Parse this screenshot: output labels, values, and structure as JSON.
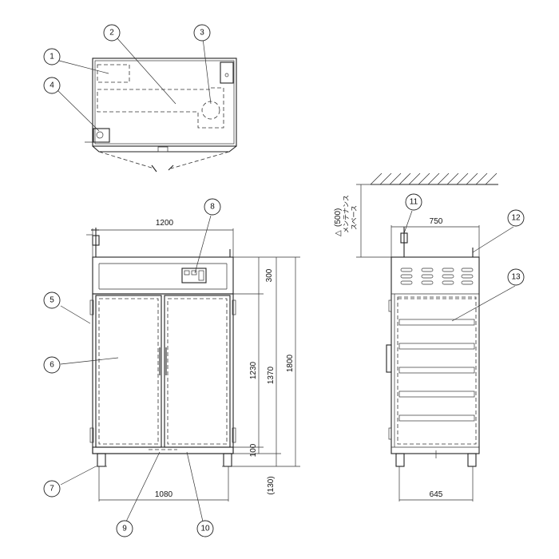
{
  "callouts": [
    "1",
    "2",
    "3",
    "4",
    "5",
    "6",
    "7",
    "8",
    "9",
    "10",
    "11",
    "12",
    "13"
  ],
  "dims": {
    "front_width": "1200",
    "base_width": "1080",
    "top_section": "300",
    "door_height": "1230",
    "inner_height": "1370",
    "total_height": "1800",
    "bottom_100": "100",
    "leg_height": "(130)",
    "side_depth": "750",
    "side_base": "645"
  },
  "maintenance": {
    "triangle": "△",
    "dimension": "(500)",
    "label_line1": "メンテナンス",
    "label_line2": "スペース"
  }
}
